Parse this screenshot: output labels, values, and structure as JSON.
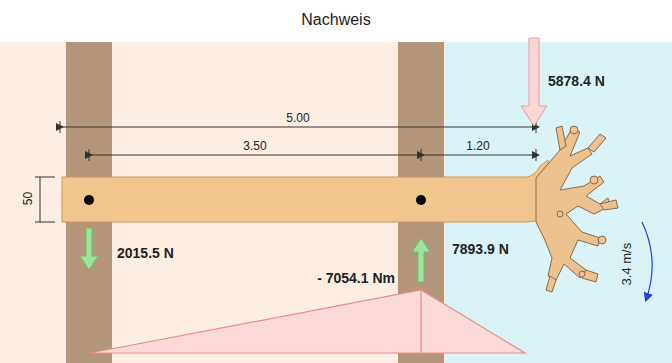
{
  "diagram": {
    "title": "Nachweis",
    "labels": [
      "5878.4 N",
      "5.00",
      "3.50",
      "1.20",
      "50",
      "2015.5 N",
      "7893.9 N",
      "- 7054.1 Nm",
      "3.4 m/s"
    ]
  }
}
